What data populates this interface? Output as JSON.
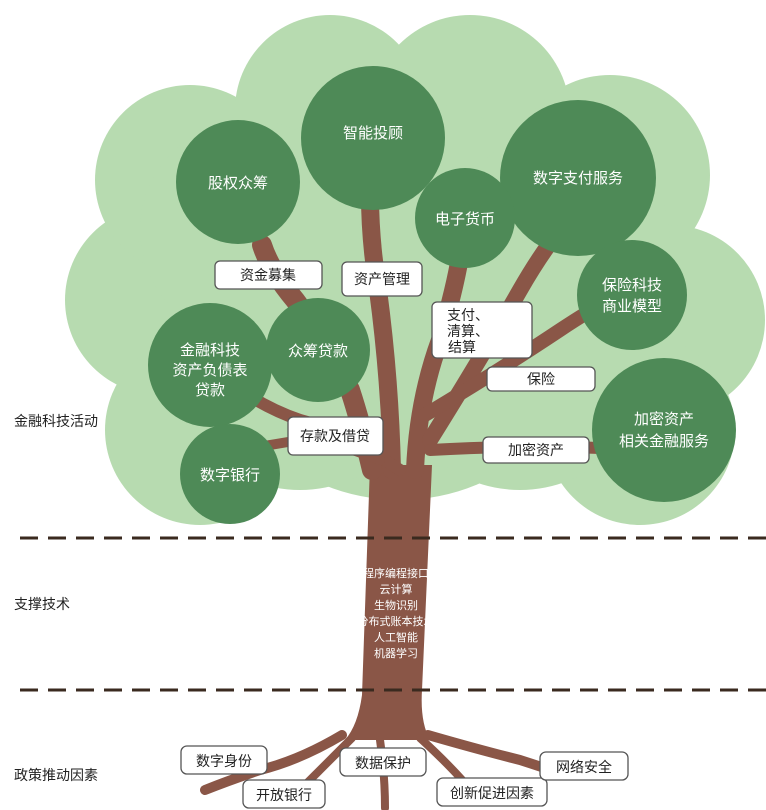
{
  "sections": {
    "activities": "金融科技活动",
    "support": "支撑技术",
    "policy": "政策推动因素"
  },
  "circles": {
    "equity": "股权众筹",
    "robo": "智能投顾",
    "payment": "数字支付服务",
    "emoney": "电子货币",
    "insurtech": [
      "保险科技",
      "商业模型"
    ],
    "fintech_bs": [
      "金融科技",
      "资产负债表",
      "贷款"
    ],
    "crowdlend": "众筹贷款",
    "digitalbank": "数字银行",
    "crypto": [
      "加密资产",
      "相关金融服务"
    ]
  },
  "labels": {
    "fundraising": "资金募集",
    "asset_mgmt": "资产管理",
    "payment_clearing": [
      "支付、",
      "清算、",
      "结算"
    ],
    "insurance": "保险",
    "deposit_lending": "存款及借贷",
    "crypto_asset": "加密资产"
  },
  "tech": [
    "程序编程接口",
    "云计算",
    "生物识别",
    "分布式账本技术",
    "人工智能",
    "机器学习"
  ],
  "policy": {
    "digital_id": "数字身份",
    "open_banking": "开放银行",
    "data_protection": "数据保护",
    "innovation": "创新促进因素",
    "cybersecurity": "网络安全"
  },
  "colors": {
    "canopy": "#b7dbb0",
    "circle": "#4e8a57",
    "trunk": "#8a5647",
    "dash": "#3a2a1f"
  }
}
